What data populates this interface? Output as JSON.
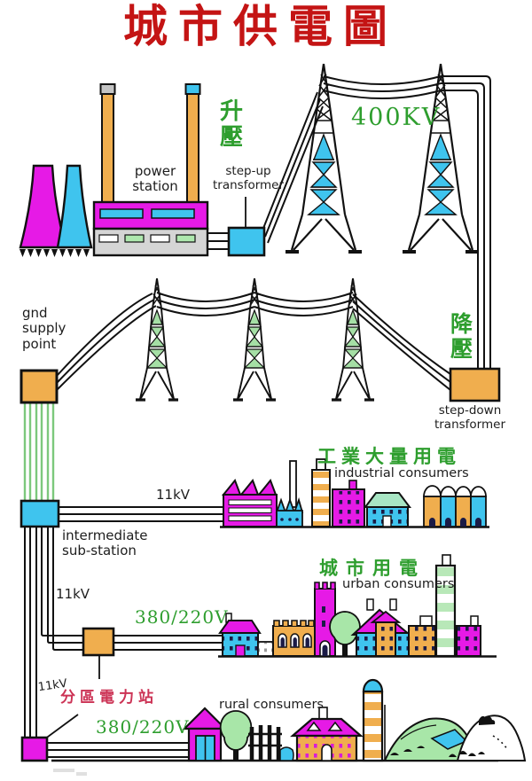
{
  "title": "城市供電圖",
  "generation": {
    "power_station_line1": "power",
    "power_station_line2": "station",
    "step_up_cn": "升壓",
    "step_up_en_line1": "step-up",
    "step_up_en_line2": "transformer"
  },
  "transmission": {
    "voltage": "400KV",
    "step_down_cn": "降壓",
    "step_down_en_line1": "step-down",
    "step_down_en_line2": "transformer",
    "gnd_line1": "gnd",
    "gnd_line2": "supply",
    "gnd_line3": "point"
  },
  "distribution": {
    "substation_line1": "intermediate",
    "substation_line2": "sub-station",
    "v11_industrial": "11kV",
    "v11_urban": "11kV",
    "v11_rural": "11kV",
    "v380_urban": "380/220V",
    "v380_rural": "380/220V",
    "district_station_cn": "分區電力站"
  },
  "consumers": {
    "industrial_cn": "工業大量用電",
    "industrial_en": "industrial consumers",
    "urban_cn": "城市用電",
    "urban_en": "urban consumers",
    "rural_en": "rural consumers"
  },
  "colors": {
    "title_red": "#C41414",
    "label_green": "#2E9E2E",
    "district_red": "#CC3355",
    "magenta": "#E61AE6",
    "cyan": "#3FC4EE",
    "orange": "#F0AE4E",
    "wire_green": "#7CC87C",
    "pylon_green": "#A5DFA5",
    "mint_roof": "#A8E6C4",
    "band_green": "#B8E8B8",
    "window_navy": "#1b1b46",
    "gray": "#D5D5D5"
  }
}
